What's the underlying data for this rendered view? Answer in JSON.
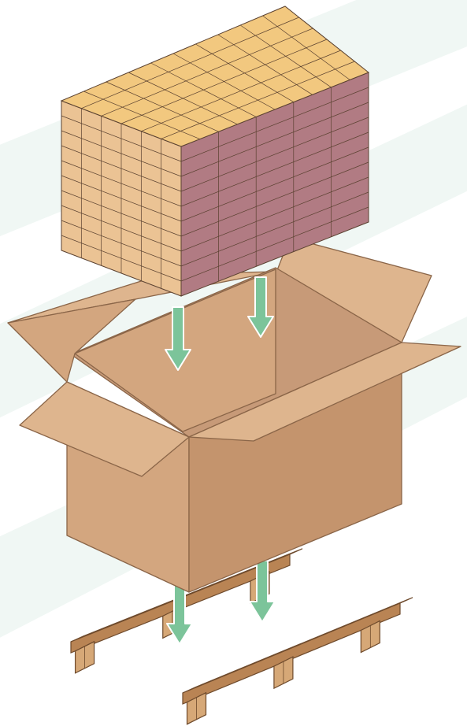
{
  "palette": {
    "background": "#ffffff",
    "watermark": "#f0f7f4",
    "stack_top": "#f2c87f",
    "stack_left": "#ebc394",
    "stack_right": "#b17b83",
    "stack_grid": "#5a4130",
    "box_light": "#deb58e",
    "box_mid": "#d3a67f",
    "box_dark": "#c4946d",
    "box_interior": "#c79a78",
    "box_edge": "#8a6548",
    "pallet_top": "#d6a877",
    "pallet_side": "#b98454",
    "pallet_edge": "#6e4a2c",
    "arrow": "#7cc49a",
    "arrow_edge": "#ffffff"
  },
  "illustration": {
    "stack": {
      "rows": 10,
      "top_cols": 10,
      "depth_cols": 6,
      "front_cols": 5
    },
    "arrows": {
      "count": 4,
      "icon": "down-arrow-icon"
    },
    "pallet_runners": 2
  }
}
